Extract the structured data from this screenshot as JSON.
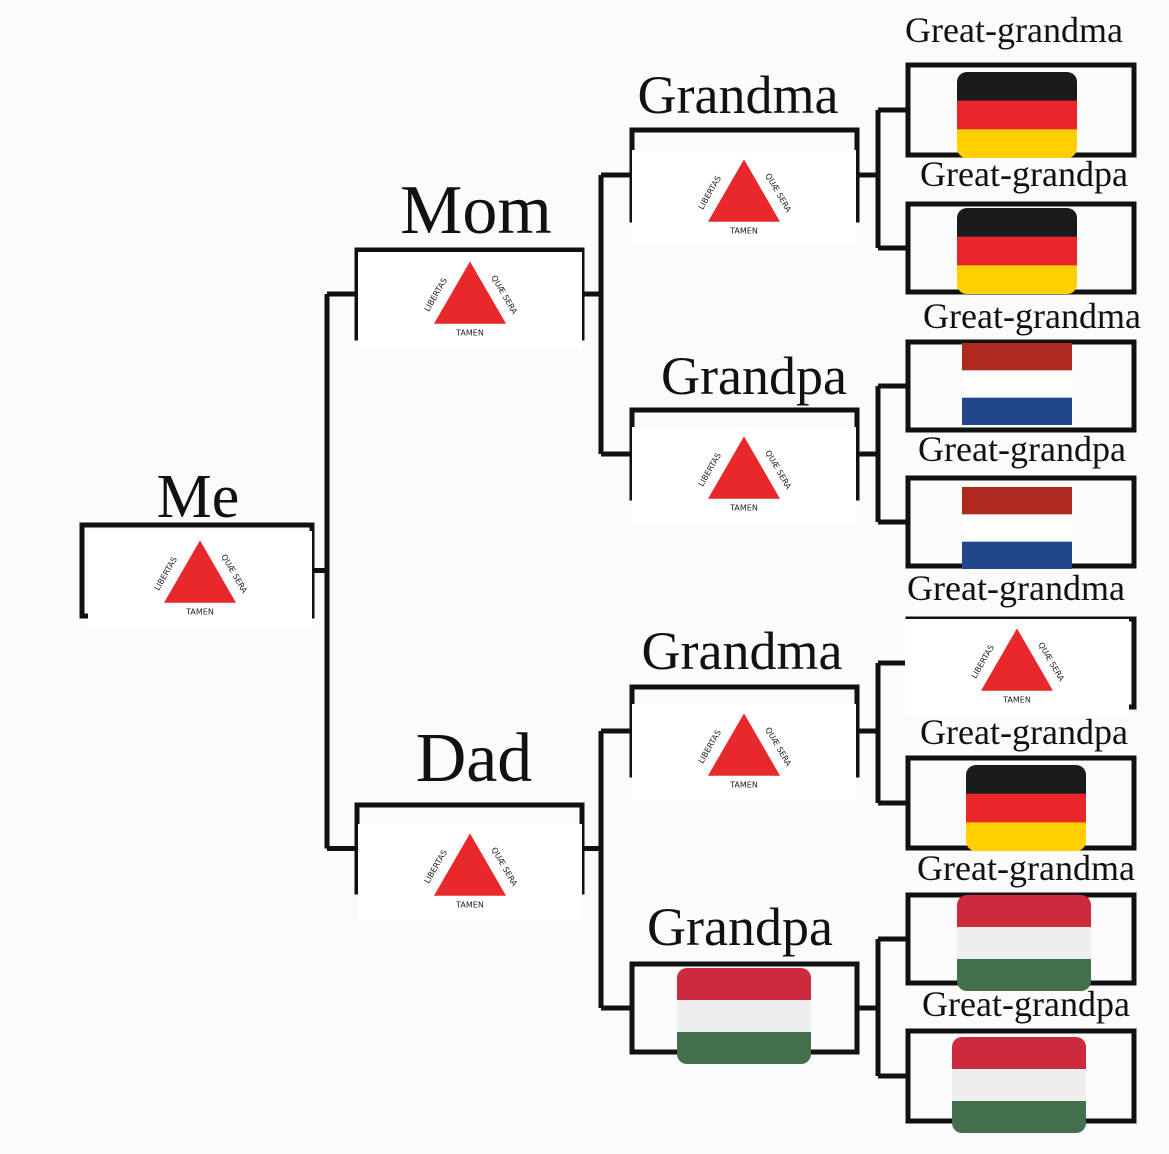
{
  "emblem_text": {
    "left": "LIBERTAS",
    "right": "QUÆ SERA",
    "bottom": "TAMEN"
  },
  "colors": {
    "line": "#111111",
    "emblem_red": "#e8282b",
    "germany": [
      "#1a1a1a",
      "#e8262b",
      "#ffcf00"
    ],
    "netherlands": [
      "#ae2a1f",
      "#ffffff",
      "#21468b"
    ],
    "hungary": [
      "#cd2a3e",
      "#eeeeee",
      "#436f4d"
    ]
  },
  "tree": {
    "me": {
      "label": "Me",
      "flag": "minas-gerais"
    },
    "mom": {
      "label": "Mom",
      "flag": "minas-gerais",
      "grandma": {
        "label": "Grandma",
        "flag": "minas-gerais",
        "great_grandma": {
          "label": "Great-grandma",
          "flag": "germany"
        },
        "great_grandpa": {
          "label": "Great-grandpa",
          "flag": "germany"
        }
      },
      "grandpa": {
        "label": "Grandpa",
        "flag": "minas-gerais",
        "great_grandma": {
          "label": "Great-grandma",
          "flag": "netherlands"
        },
        "great_grandpa": {
          "label": "Great-grandpa",
          "flag": "netherlands"
        }
      }
    },
    "dad": {
      "label": "Dad",
      "flag": "minas-gerais",
      "grandma": {
        "label": "Grandma",
        "flag": "minas-gerais",
        "great_grandma": {
          "label": "Great-grandma",
          "flag": "minas-gerais"
        },
        "great_grandpa": {
          "label": "Great-grandpa",
          "flag": "germany"
        }
      },
      "grandpa": {
        "label": "Grandpa",
        "flag": "hungary",
        "great_grandma": {
          "label": "Great-grandma",
          "flag": "hungary"
        },
        "great_grandpa": {
          "label": "Great-grandpa",
          "flag": "hungary"
        }
      }
    }
  }
}
